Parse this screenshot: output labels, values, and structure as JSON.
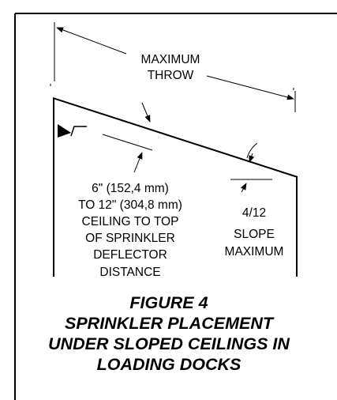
{
  "labels": {
    "throw": [
      "MAXIMUM",
      "THROW"
    ],
    "distance": [
      "6\" (152,4 mm)",
      "TO 12\" (304,8 mm)",
      "CEILING TO TOP",
      "OF SPRINKLER",
      "DEFLECTOR",
      "DISTANCE"
    ],
    "slope": [
      "4/12",
      "SLOPE",
      "MAXIMUM"
    ]
  },
  "caption": {
    "lines": [
      "FIGURE 4",
      "SPRINKLER PLACEMENT",
      "UNDER SLOPED CEILINGS IN",
      "LOADING DOCKS"
    ]
  }
}
